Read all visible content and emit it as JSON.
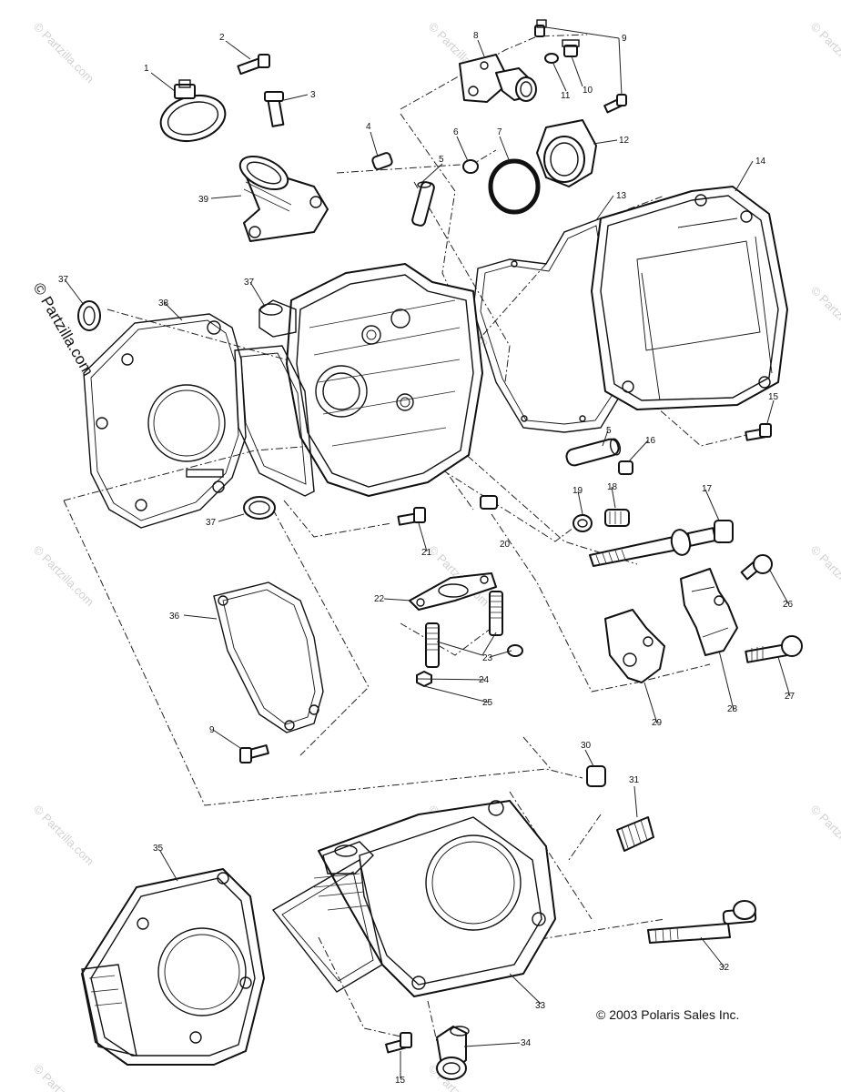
{
  "diagram": {
    "copyright": "© 2003 Polaris Sales Inc.",
    "side_watermark": "© Partzilla.com",
    "watermark": "© Partzilla.com",
    "callouts": [
      "1",
      "2",
      "3",
      "4",
      "5",
      "6",
      "7",
      "8",
      "9",
      "10",
      "11",
      "12",
      "13",
      "14",
      "15",
      "5",
      "16",
      "17",
      "18",
      "19",
      "20",
      "21",
      "22",
      "23",
      "24",
      "25",
      "26",
      "27",
      "28",
      "29",
      "30",
      "31",
      "32",
      "33",
      "34",
      "15",
      "35",
      "36",
      "37",
      "37",
      "37",
      "38",
      "39",
      "9"
    ]
  }
}
